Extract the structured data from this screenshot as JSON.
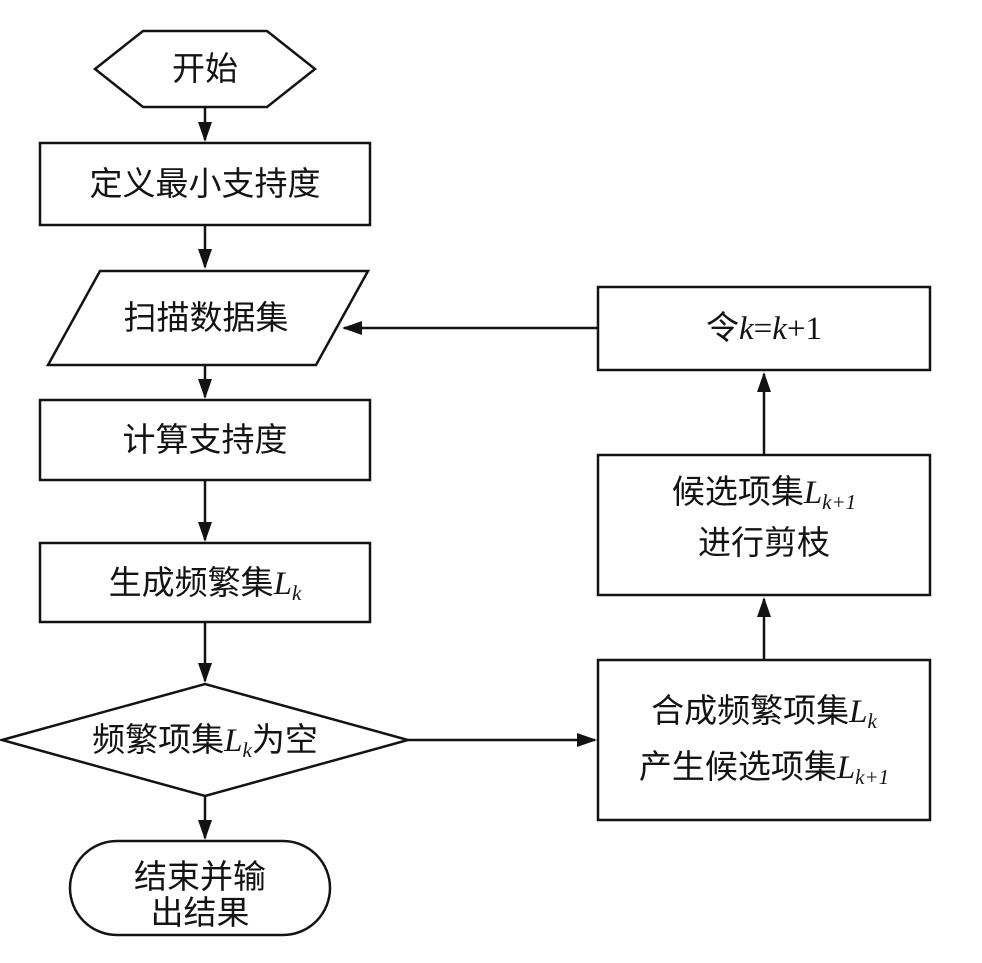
{
  "diagram": {
    "type": "flowchart",
    "background": "#ffffff",
    "stroke_color": "#131313",
    "nodes": {
      "start": {
        "shape": "hexagon",
        "label": "开始"
      },
      "define_min_support": {
        "shape": "rect",
        "label": "定义最小支持度"
      },
      "scan_dataset": {
        "shape": "parallelogram",
        "label": "扫描数据集"
      },
      "compute_support": {
        "shape": "rect",
        "label": "计算支持度"
      },
      "generate_frequent": {
        "shape": "rect",
        "text": "生成频繁集",
        "var": "L",
        "sub": "k"
      },
      "decision_empty": {
        "shape": "diamond",
        "prefix": "频繁项集",
        "var": "L",
        "sub": "k",
        "suffix": "为空"
      },
      "end": {
        "shape": "terminator",
        "line1": "结束并输",
        "line2": "出结果"
      },
      "increment_k": {
        "shape": "rect",
        "prefix": "令",
        "k1": "k",
        "eq": "=",
        "k2": "k",
        "suffix": "+1"
      },
      "prune": {
        "shape": "rect",
        "line1_text": "候选项集",
        "line1_var": "L",
        "line1_sub": "k+1",
        "line2": "进行剪枝"
      },
      "merge": {
        "shape": "rect",
        "line1_text": "合成频繁项集",
        "line1_var": "L",
        "line1_sub": "k",
        "line2_text": "产生候选项集",
        "line2_var": "L",
        "line2_sub": "k+1"
      }
    },
    "edges": [
      "start->define_min_support",
      "define_min_support->scan_dataset",
      "scan_dataset->compute_support",
      "compute_support->generate_frequent",
      "generate_frequent->decision_empty",
      "decision_empty->end",
      "decision_empty->merge",
      "merge->prune",
      "prune->increment_k",
      "increment_k->scan_dataset"
    ]
  }
}
